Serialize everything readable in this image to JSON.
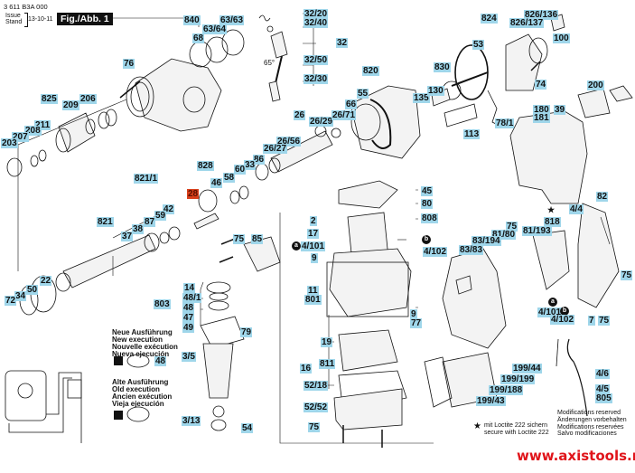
{
  "header": {
    "part_code": "3 611 B3A 000",
    "issue_label": "Issue",
    "stand_label": "Stand",
    "date": "13-10-11",
    "figure_title": "Fig./Abb. 1"
  },
  "colors": {
    "label_bg": "#9fd6ea",
    "highlight_bg": "#d8401c",
    "url_color": "#e0141a",
    "line_color": "#111111"
  },
  "labels": {
    "p840": "840",
    "p63_63": "63/63",
    "p63_64": "63/64",
    "p68": "68",
    "p32_20": "32/20",
    "p32_40": "32/40",
    "p32": "32",
    "p32_50": "32/50",
    "p32_30": "32/30",
    "angle": "65°",
    "p824": "824",
    "p826_136": "826/136",
    "p826_137": "826/137",
    "p100": "100",
    "p53": "53",
    "p74": "74",
    "p830": "830",
    "p820": "820",
    "p55": "55",
    "p66": "66",
    "p135": "135",
    "p130": "130",
    "p113": "113",
    "p78_1": "78/1",
    "p200": "200",
    "p180": "180",
    "p181": "181",
    "p39": "39",
    "p76": "76",
    "p825": "825",
    "p206": "206",
    "p209": "209",
    "p211": "211",
    "p208": "208",
    "p207": "207",
    "p203": "203",
    "p26": "26",
    "p26_29": "26/29",
    "p26_71": "26/71",
    "p26_56": "26/56",
    "p26_27": "26/27",
    "p828": "828",
    "p86": "86",
    "p33": "33",
    "p60": "60",
    "p58": "58",
    "p46": "46",
    "p28": "28",
    "p821_1": "821/1",
    "p42": "42",
    "p59": "59",
    "p821": "821",
    "p87": "87",
    "p38": "38",
    "p37": "37",
    "p22": "22",
    "p50": "50",
    "p34": "34",
    "p72": "72",
    "p75a": "75",
    "p85": "85",
    "p14": "14",
    "p803": "803",
    "p48_1": "48/1",
    "p48a": "48",
    "p47": "47",
    "p49": "49",
    "p79": "79",
    "p3_5": "3/5",
    "p48b": "48",
    "p3_13": "3/13",
    "p54": "54",
    "p45": "45",
    "p80": "80",
    "p2": "2",
    "p808": "808",
    "p17": "17",
    "p4_101a": "4/101",
    "p4_102a": "4/102",
    "p9a": "9",
    "p11": "11",
    "p801": "801",
    "p9b": "9",
    "p77": "77",
    "p19": "19",
    "p16": "16",
    "p811": "811",
    "p52_18": "52/18",
    "p52_52": "52/52",
    "p75b": "75",
    "p82": "82",
    "p4_4": "4/4",
    "p818": "818",
    "p75c": "75",
    "p81_80": "81/80",
    "p81_193": "81/193",
    "p83_194": "83/194",
    "p83_83": "83/83",
    "p75d": "75",
    "p4_101b": "4/101",
    "p4_102b": "4/102",
    "p7": "7",
    "p75e": "75",
    "p199_44": "199/44",
    "p199_199": "199/199",
    "p199_188": "199/188",
    "p199_43": "199/43",
    "p4_6": "4/6",
    "p4_5": "4/5",
    "p805": "805"
  },
  "badges": {
    "a": "a",
    "b": "b"
  },
  "notes": {
    "new_execution": [
      "Neue Ausführung",
      "New execution",
      "Nouvelle exécution",
      "Nueva ejecución"
    ],
    "old_execution": [
      "Alte Ausführung",
      "Old execution",
      "Ancien exécution",
      "Vieja ejecución"
    ],
    "modifications": [
      "Modifications reserved",
      "Änderungen vorbehalten",
      "Modifications reservées",
      "Salvo modificaciones"
    ],
    "loctite": [
      "mit Loctite 222 sichern",
      "secure with Loctite 222"
    ]
  },
  "footer": {
    "url": "www.axistools.ru"
  }
}
